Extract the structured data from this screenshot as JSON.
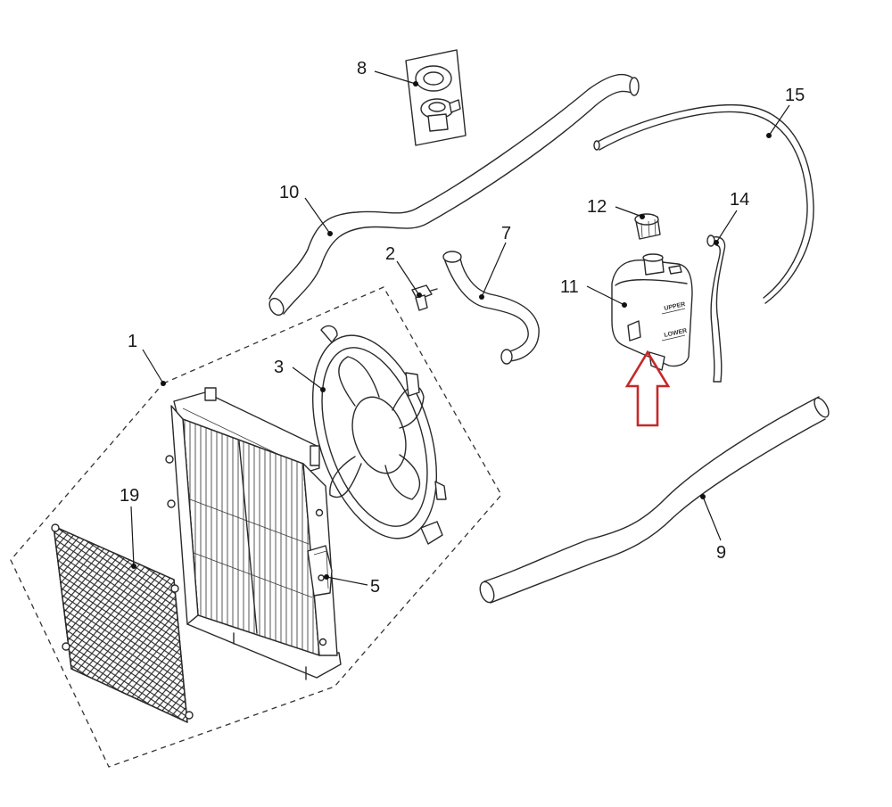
{
  "callouts": {
    "c1": "1",
    "c2": "2",
    "c3": "3",
    "c5": "5",
    "c7": "7",
    "c8": "8",
    "c9": "9",
    "c10": "10",
    "c11": "11",
    "c12": "12",
    "c14": "14",
    "c15": "15",
    "c19": "19"
  },
  "tank_marks": {
    "upper": "UPPER",
    "lower": "LOWER"
  },
  "colors": {
    "highlight_arrow": "#c62828",
    "line_art": "#2a2a2a"
  }
}
